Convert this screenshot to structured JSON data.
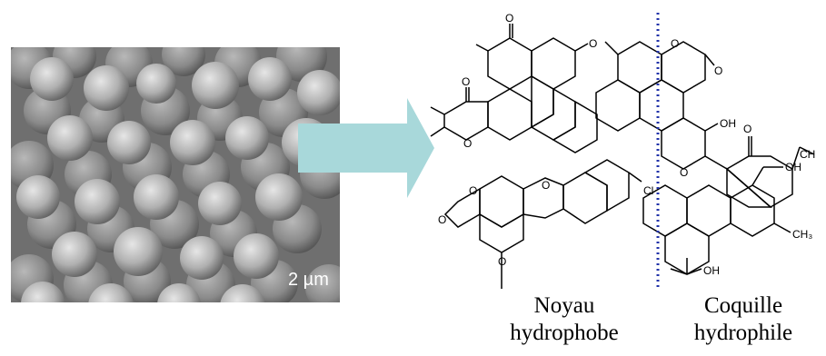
{
  "sem_image": {
    "scale_label": "2 µm",
    "background_color": "#7b7b7b"
  },
  "arrow": {
    "color": "#a8d8da"
  },
  "structure": {
    "atoms": {
      "o1": "O",
      "o2": "O",
      "o3": "O",
      "o4": "O",
      "o5": "O",
      "o6": "O",
      "o7": "O",
      "o8": "O",
      "o9": "O",
      "o10": "O",
      "o11": "O",
      "o12": "O",
      "oh1": "OH",
      "oh2": "OH",
      "oh3": "OH",
      "ch3a": "CH",
      "ch3b": "CH₃",
      "cl": "Cl"
    },
    "divider_color": "#2233aa"
  },
  "captions": {
    "core": {
      "line1": "Noyau",
      "line2": "hydrophobe"
    },
    "shell": {
      "line1": "Coquille",
      "line2": "hydrophile"
    }
  }
}
